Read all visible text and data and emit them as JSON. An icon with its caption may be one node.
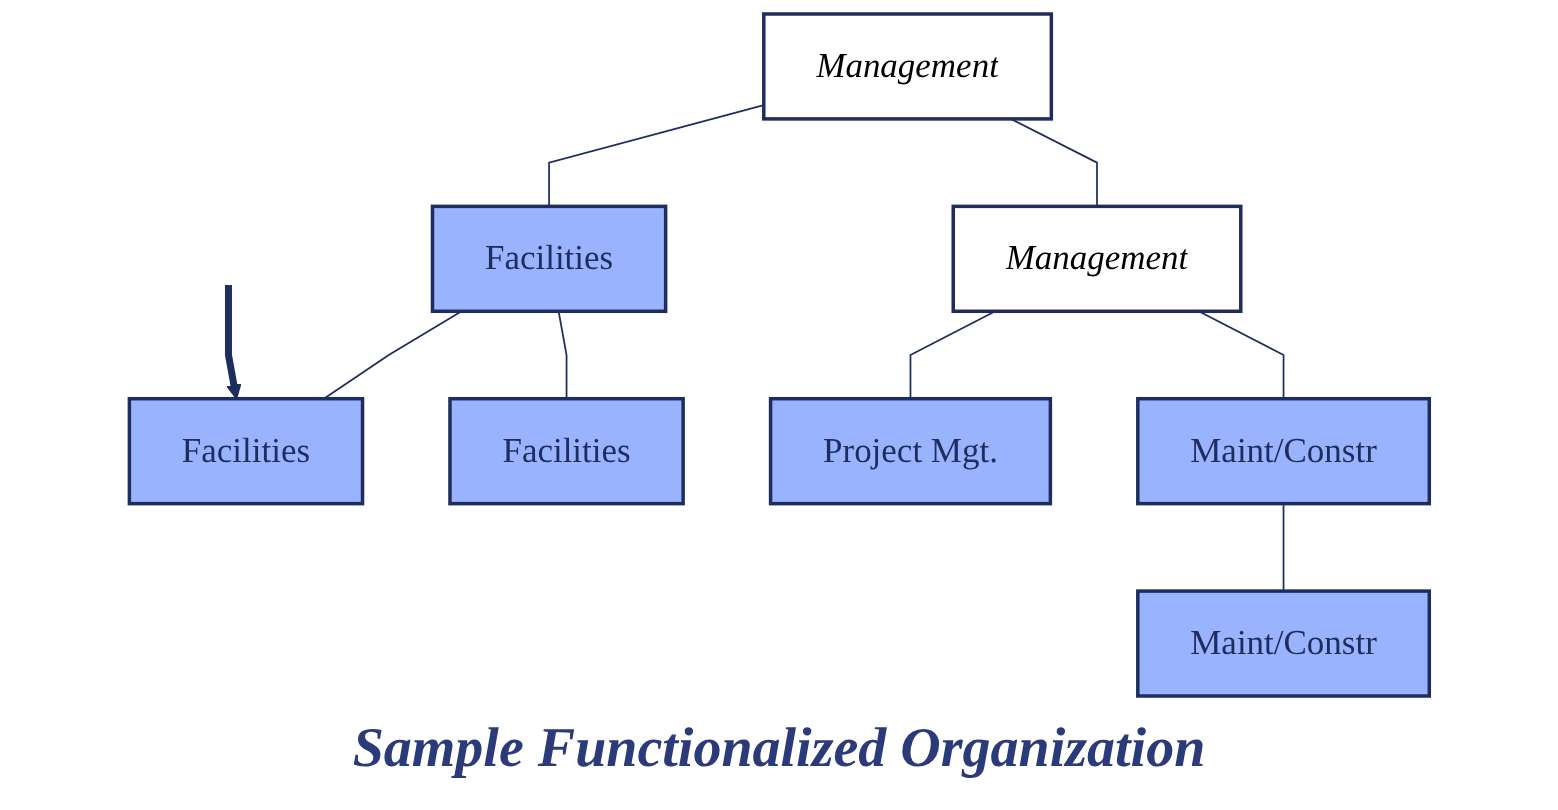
{
  "diagram": {
    "caption": "Sample Functionalized Organization",
    "nodes": [
      {
        "text": [
          "Management"
        ]
      },
      {
        "text": [
          "Facilities"
        ]
      },
      {
        "text": [
          "Management"
        ]
      },
      {
        "text": [
          "Facilities"
        ]
      },
      {
        "text": [
          "Facilities"
        ]
      },
      {
        "text": [
          "Project Mgt."
        ]
      },
      {
        "text": [
          "Maint/Constr"
        ]
      },
      {
        "text": [
          "Maint/Constr"
        ]
      }
    ],
    "edges": [
      {
        "from": 0,
        "to": 1,
        "arrow": "none"
      },
      {
        "from": 0,
        "to": 2,
        "arrow": "none"
      },
      {
        "from": 1,
        "to": 3,
        "arrow": "none"
      },
      {
        "from": 1,
        "to": 4,
        "arrow": "none"
      },
      {
        "from": 2,
        "to": 5,
        "arrow": "none"
      },
      {
        "from": 2,
        "to": 6,
        "arrow": "none"
      },
      {
        "from": 6,
        "to": 7,
        "arrow": "none"
      },
      {
        "from": null,
        "to": 3,
        "arrow": "to",
        "style": "thick",
        "color": "#1f2d5c"
      }
    ]
  }
}
